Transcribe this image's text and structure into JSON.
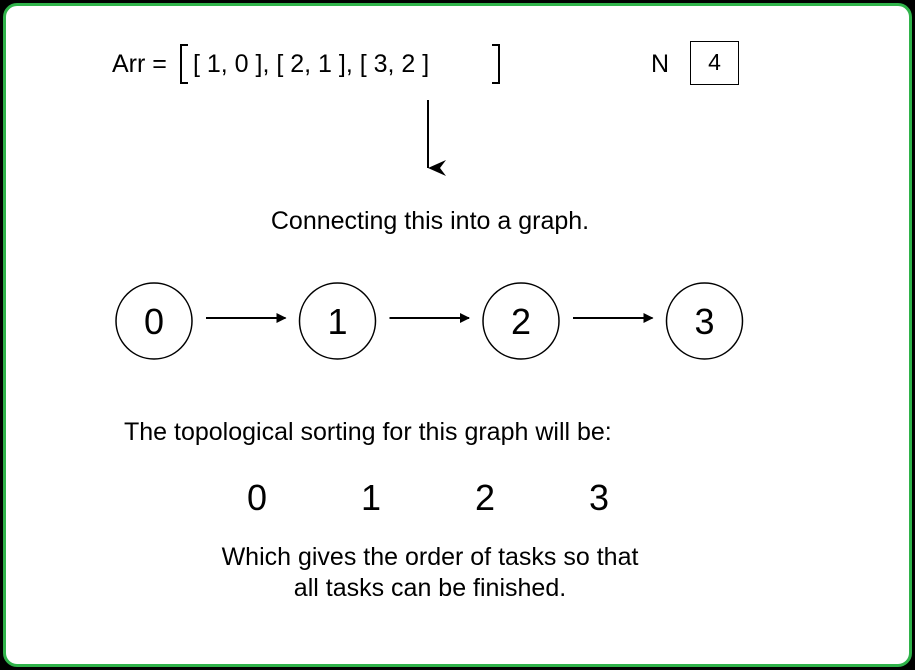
{
  "header": {
    "arr_prefix": "Arr =",
    "arr_elements": "[ 1, 0 ], [ 2, 1 ], [ 3, 2 ]",
    "n_label": "N",
    "n_value": "4"
  },
  "step_caption": "Connecting this into a graph.",
  "graph": {
    "nodes": [
      "0",
      "1",
      "2",
      "3"
    ]
  },
  "sort_caption": "The topological sorting for this graph will be:",
  "order": [
    "0",
    "1",
    "2",
    "3"
  ],
  "explanation": "Which gives the order of tasks so that\nall tasks can be finished.",
  "colors": {
    "border": "#2fb34a",
    "background": "#ffffff",
    "ink": "#000000"
  }
}
